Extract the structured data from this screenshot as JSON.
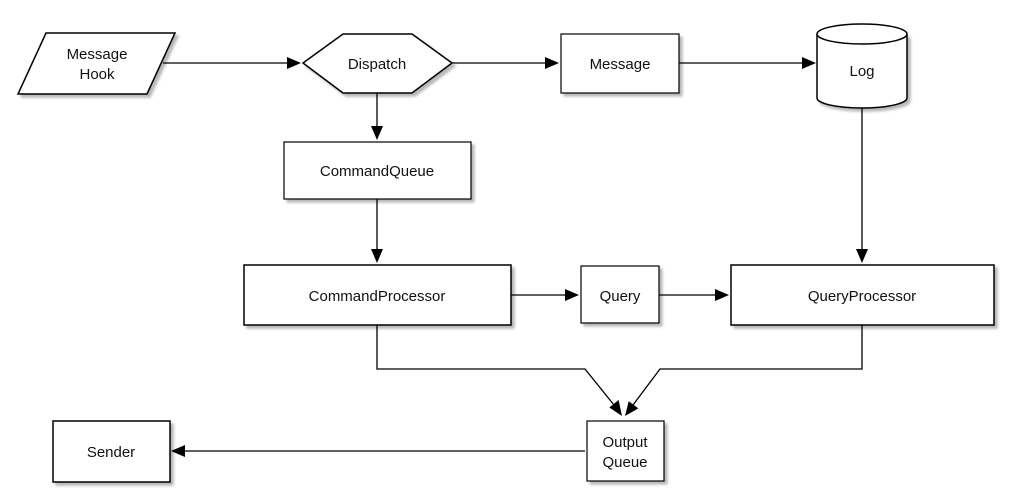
{
  "diagram": {
    "nodes": {
      "message_hook": {
        "line1": "Message",
        "line2": "Hook"
      },
      "dispatch": {
        "label": "Dispatch"
      },
      "message": {
        "label": "Message"
      },
      "log": {
        "label": "Log"
      },
      "command_queue": {
        "label": "CommandQueue"
      },
      "command_processor": {
        "label": "CommandProcessor"
      },
      "query": {
        "label": "Query"
      },
      "query_processor": {
        "label": "QueryProcessor"
      },
      "output_queue": {
        "line1": "Output",
        "line2": "Queue"
      },
      "sender": {
        "label": "Sender"
      }
    }
  }
}
